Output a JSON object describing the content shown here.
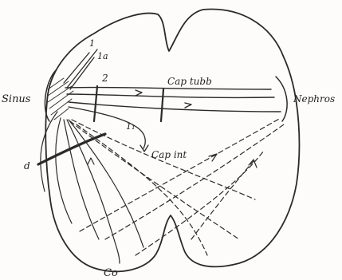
{
  "labels": {
    "left": "Sinus",
    "right": "Nephros",
    "one": "1",
    "one_a": "1a",
    "two": "2",
    "two_label": "Cap tubb",
    "one_sub": "1₁",
    "cap_int": "Cap int",
    "d": "d",
    "co": "Co"
  }
}
